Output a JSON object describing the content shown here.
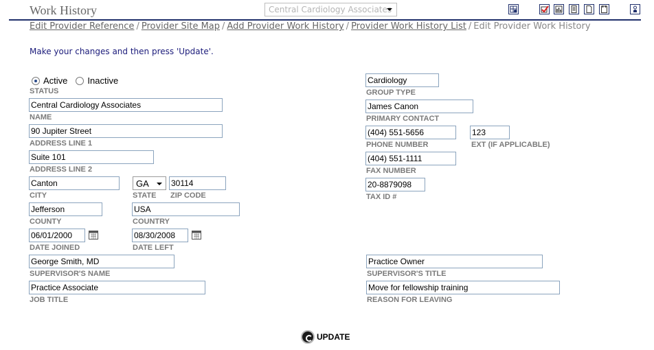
{
  "header": {
    "title": "Work History",
    "org_select": "Central Cardiology Associates",
    "icons": [
      "bundle-icon",
      "checklist-icon",
      "report-icon",
      "document-icon",
      "page-icon",
      "binder-icon",
      "help-icon"
    ]
  },
  "breadcrumb": {
    "links": [
      "Edit Provider Reference",
      "Provider Site Map",
      "Add Provider Work History",
      "Provider Work History List"
    ],
    "current": "Edit Provider Work History",
    "separator": "/"
  },
  "instruction": "Make your changes and then press 'Update'.",
  "status": {
    "label": "STATUS",
    "options": [
      "Active",
      "Inactive"
    ],
    "selected": "Active"
  },
  "left": {
    "name": {
      "label": "NAME",
      "value": "Central Cardiology Associates"
    },
    "address1": {
      "label": "ADDRESS LINE 1",
      "value": "90 Jupiter Street"
    },
    "address2": {
      "label": "ADDRESS LINE 2",
      "value": "Suite 101"
    },
    "city": {
      "label": "CITY",
      "value": "Canton"
    },
    "state": {
      "label": "STATE",
      "value": "GA"
    },
    "zip": {
      "label": "ZIP CODE",
      "value": "30114"
    },
    "county": {
      "label": "COUNTY",
      "value": "Jefferson"
    },
    "country": {
      "label": "COUNTRY",
      "value": "USA"
    },
    "date_joined": {
      "label": "DATE JOINED",
      "value": "06/01/2000"
    },
    "date_left": {
      "label": "DATE LEFT",
      "value": "08/30/2008"
    },
    "supervisor_name": {
      "label": "SUPERVISOR'S NAME",
      "value": "George Smith, MD"
    },
    "job_title": {
      "label": "JOB TITLE",
      "value": "Practice Associate"
    }
  },
  "right": {
    "group_type": {
      "label": "GROUP TYPE",
      "value": "Cardiology"
    },
    "primary_contact": {
      "label": "PRIMARY CONTACT",
      "value": "James Canon"
    },
    "phone": {
      "label": "PHONE NUMBER",
      "value": "(404) 551-5656"
    },
    "ext": {
      "label": "EXT (IF APPLICABLE)",
      "value": "123"
    },
    "fax": {
      "label": "FAX NUMBER",
      "value": "(404) 551-1111"
    },
    "tax_id": {
      "label": "TAX ID #",
      "value": "20-8879098"
    },
    "supervisor_title": {
      "label": "SUPERVISOR'S TITLE",
      "value": "Practice Owner"
    },
    "reason_leaving": {
      "label": "REASON FOR LEAVING",
      "value": "Move for fellowship training"
    }
  },
  "actions": {
    "update_label": "UPDATE"
  },
  "colors": {
    "accent": "#1f2f6b",
    "field_border": "#8aa3bd",
    "label": "#7a7a7a",
    "instruction": "#1a1a7a"
  }
}
